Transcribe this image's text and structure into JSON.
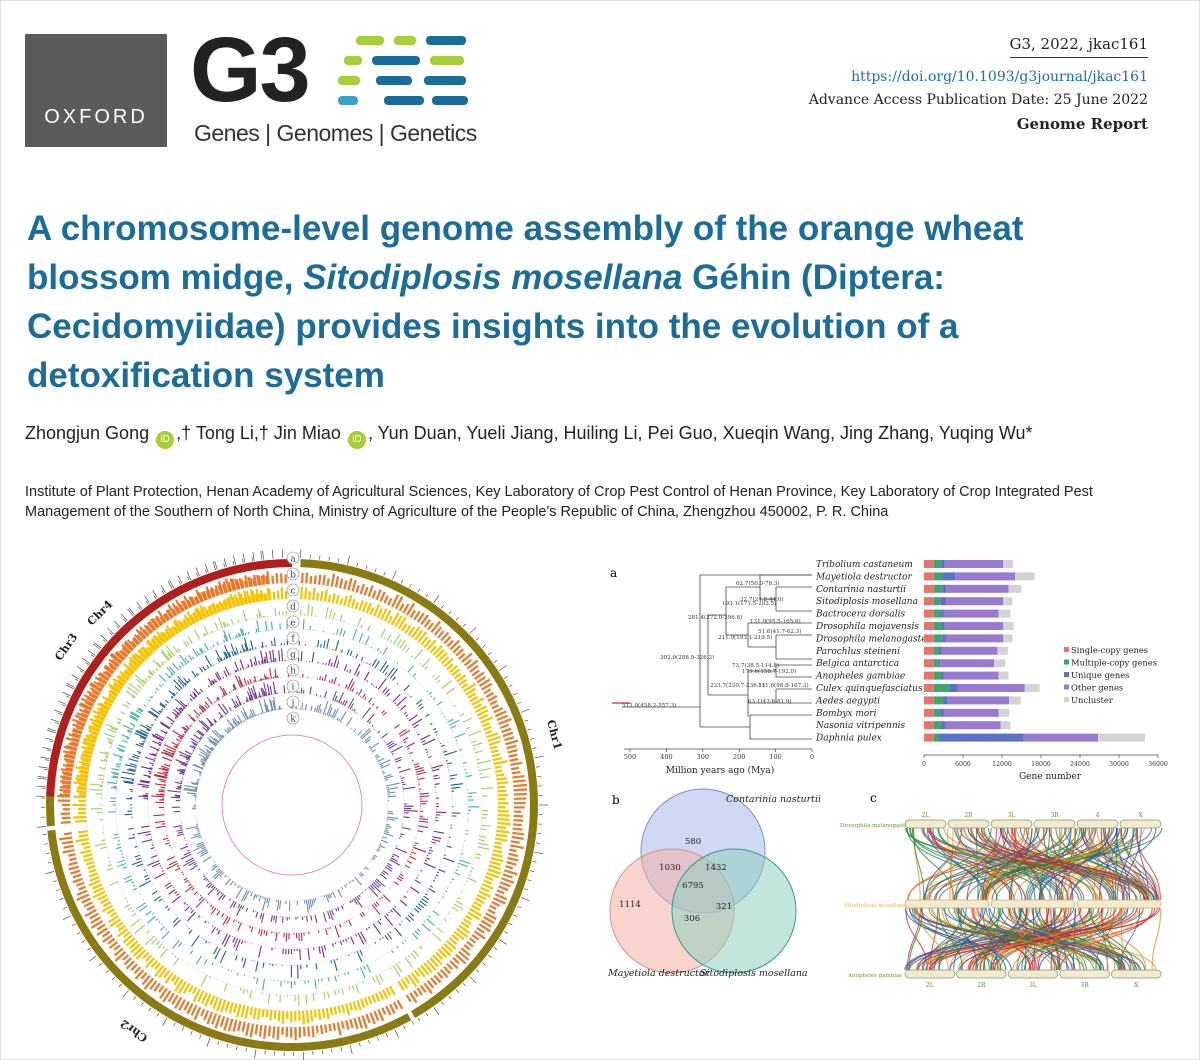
{
  "header": {
    "publisher": "OXFORD",
    "journal_logo": "G3",
    "journal_tagline": "Genes | Genomes | Genetics",
    "citation": "G3, 2022, jkac161",
    "doi": "https://doi.org/10.1093/g3journal/jkac161",
    "advance_access": "Advance Access Publication Date: 25 June 2022",
    "article_type": "Genome Report"
  },
  "article": {
    "title_part1": "A chromosome-level genome assembly of the orange wheat blossom midge, ",
    "title_species": "Sitodiplosis mosellana",
    "title_part2": " Géhin (Diptera: Cecidomyiidae) provides insights into the evolution of a detoxification system",
    "authors": [
      {
        "name": "Zhongjun Gong",
        "orcid": true,
        "mark": ",†"
      },
      {
        "name": "Tong Li,†",
        "orcid": false,
        "mark": ""
      },
      {
        "name": "Jin Miao",
        "orcid": true,
        "mark": ","
      },
      {
        "name": "Yun Duan,",
        "orcid": false,
        "mark": ""
      },
      {
        "name": "Yueli Jiang,",
        "orcid": false,
        "mark": ""
      },
      {
        "name": "Huiling Li,",
        "orcid": false,
        "mark": ""
      },
      {
        "name": "Pei Guo,",
        "orcid": false,
        "mark": ""
      },
      {
        "name": "Xueqin Wang,",
        "orcid": false,
        "mark": ""
      },
      {
        "name": "Jing Zhang,",
        "orcid": false,
        "mark": ""
      },
      {
        "name": "Yuqing Wu*",
        "orcid": false,
        "mark": ""
      }
    ],
    "orcid_label": "iD",
    "affiliation": "Institute of Plant Protection, Henan Academy of Agricultural Sciences, Key Laboratory of Crop Pest Control of Henan Province, Key Laboratory of Crop Integrated Pest Management of the Southern of North China, Ministry of Agriculture of the People's Republic of China, Zhengzhou 450002, P. R. China"
  },
  "colors": {
    "title_blue": "#1a6d99",
    "doi_blue": "#1d6fa5",
    "orcid_green": "#a6ce39",
    "logo_grey": "#5b5b5b"
  },
  "figure": {
    "circos": {
      "chromosomes": [
        "Chr1",
        "Chr2",
        "Chr3",
        "Chr4"
      ],
      "track_labels": [
        "a",
        "b",
        "c",
        "d",
        "e",
        "f",
        "g",
        "h",
        "i",
        "j",
        "k"
      ]
    },
    "panel_a_label": "a",
    "panel_b_label": "b",
    "panel_c_label": "c",
    "chart_data": [
      {
        "type": "bar",
        "categories": [
          "Tribolium castaneum",
          "Mayetiola destructor",
          "Contarinia nasturtii",
          "Sitodiplosis mosellana",
          "Bactrocera dorsalis",
          "Drosophila mojavensis",
          "Drosophila melanogaster",
          "Parochlus steineni",
          "Belgica antarctica",
          "Anopheles gambiae",
          "Culex quinquefasciatus",
          "Aedes aegypti",
          "Bombyx mori",
          "Nasonia vitripennis",
          "Daphnia pulex"
        ],
        "series": [
          {
            "name": "Single-copy genes",
            "values": [
              1500,
              1500,
              1500,
              1500,
              1500,
              1500,
              1500,
              1500,
              1500,
              1500,
              1500,
              1500,
              1500,
              1500,
              1500
            ]
          },
          {
            "name": "Multiple-copy genes",
            "values": [
              1200,
              1500,
              1300,
              1000,
              1200,
              1200,
              1300,
              800,
              700,
              1200,
              2500,
              1500,
              1000,
              1100,
              800
            ]
          },
          {
            "name": "Unique genes",
            "values": [
              500,
              1800,
              600,
              900,
              300,
              500,
              500,
              400,
              300,
              300,
              1200,
              600,
              500,
              700,
              13000
            ]
          },
          {
            "name": "Other genes",
            "values": [
              9000,
              9200,
              9600,
              8800,
              8500,
              9000,
              8900,
              8600,
              8300,
              8500,
              10300,
              9500,
              8500,
              8500,
              11500
            ]
          },
          {
            "name": "Uncluster",
            "values": [
              1500,
              3000,
              2000,
              1400,
              1800,
              1600,
              1400,
              1600,
              1700,
              1500,
              2300,
              1800,
              1600,
              1500,
              7200
            ]
          }
        ],
        "xlabel": "Gene number",
        "xticks": [
          "0",
          "6000",
          "12000",
          "18000",
          "24000",
          "30000",
          "36000"
        ],
        "xlim": [
          0,
          36000
        ]
      },
      {
        "type": "table",
        "description_free": true,
        "tree_axis_label": "Million years ago (Mya)",
        "tree_ticks": [
          "500",
          "400",
          "300",
          "200",
          "100",
          "0"
        ],
        "node_labels": [
          "512.0(458.2-557.3)",
          "302.9(288.9-326.2)",
          "281.4(272.0-296.8)",
          "62.7(50.0-78.3)",
          "32.7(24.8-44.0)",
          "193.1(171.5-203.5)",
          "131.9(95.5-165.6)",
          "51.6(41.7-62.3)",
          "211.9(193.1-219.5)",
          "73.7(38.5-114.8)",
          "179.6(158.7-192.0)",
          "233.7(230.7-236.1)",
          "131.6(98.9-167.3)",
          "63.1(43.6-81.9)"
        ]
      },
      {
        "type": "table",
        "venn_sets": [
          "Contarinia nasturtii",
          "Mayetiola destructor",
          "Sitodiplosis mosellana"
        ],
        "venn_values": {
          "top_only": 580,
          "left_only": 1114,
          "right_only": 321,
          "top_left": 1030,
          "top_right": 1432,
          "left_right": 306,
          "all": 6795
        }
      },
      {
        "type": "table",
        "synteny_species": [
          "Drosophila melanogaster",
          "Sitodiplosis mosellana",
          "Anopheles gambiae"
        ],
        "top_arms": [
          "2L",
          "2R",
          "3L",
          "3R",
          "4",
          "X"
        ],
        "bottom_arms": [
          "2L",
          "2R",
          "3L",
          "3R",
          "X"
        ]
      }
    ]
  }
}
